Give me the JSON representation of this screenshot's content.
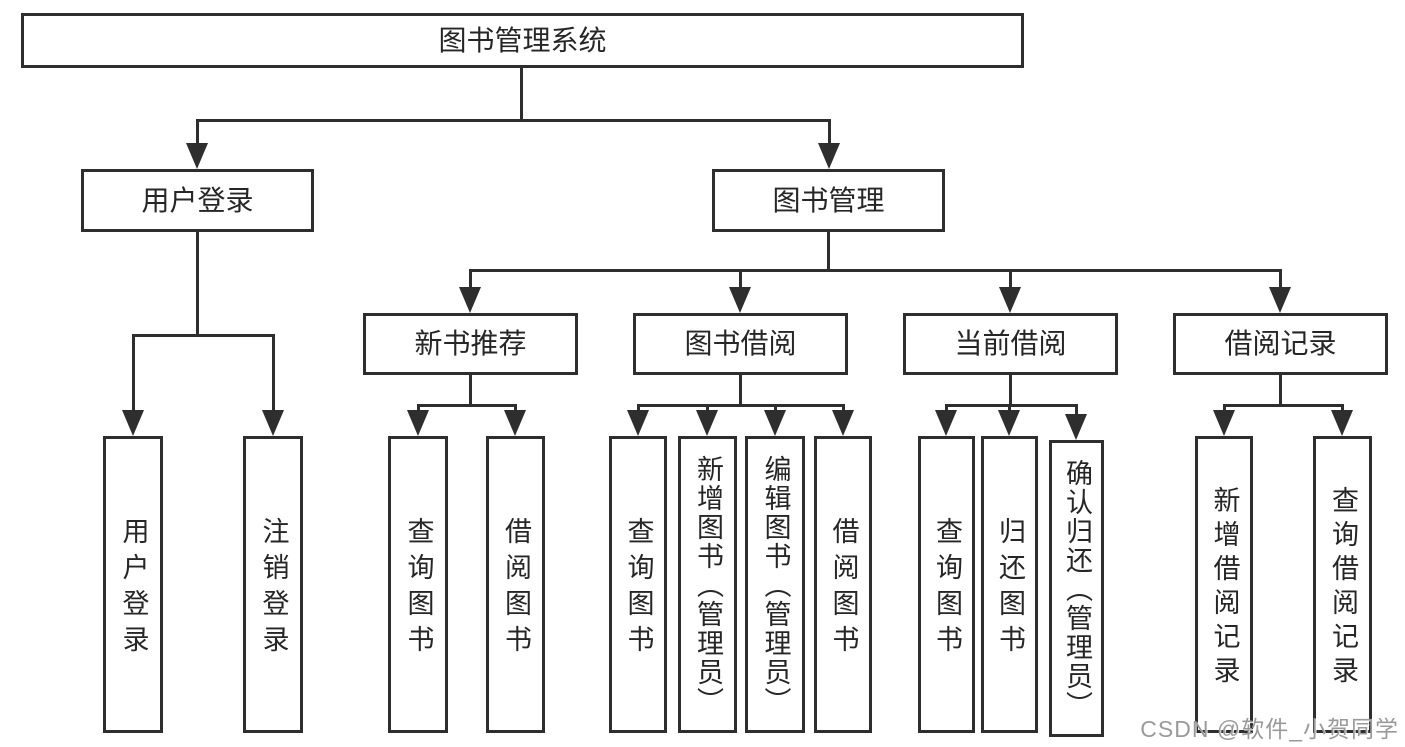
{
  "diagram_title": "图书管理系统",
  "watermark": "CSDN @软件_小贺同学",
  "colors": {
    "background": "#ffffff",
    "line": "#2e2e2e",
    "text": "#262626",
    "watermark": "#9a9a9a"
  },
  "tree": {
    "label": "图书管理系统",
    "children": [
      {
        "label": "用户登录",
        "children": [
          {
            "label": "用户登录"
          },
          {
            "label": "注销登录"
          }
        ]
      },
      {
        "label": "图书管理",
        "children": [
          {
            "label": "新书推荐",
            "children": [
              {
                "label": "查询图书"
              },
              {
                "label": "借阅图书"
              }
            ]
          },
          {
            "label": "图书借阅",
            "children": [
              {
                "label": "查询图书"
              },
              {
                "label": "新增图书（管理员）"
              },
              {
                "label": "编辑图书（管理员）"
              },
              {
                "label": "借阅图书"
              }
            ]
          },
          {
            "label": "当前借阅",
            "children": [
              {
                "label": "查询图书"
              },
              {
                "label": "归还图书"
              },
              {
                "label": "确认归还（管理员）"
              }
            ]
          },
          {
            "label": "借阅记录",
            "children": [
              {
                "label": "新增借阅记录"
              },
              {
                "label": "查询借阅记录"
              }
            ]
          }
        ]
      }
    ]
  }
}
